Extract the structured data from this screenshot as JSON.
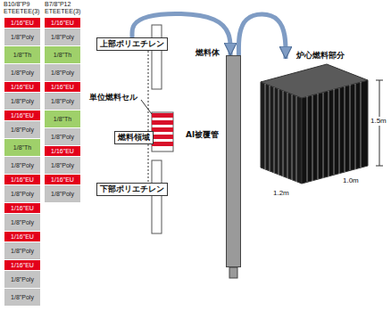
{
  "diagram": {
    "nodes": [
      {
        "text": [
          "1/16\"EU"
        ]
      },
      {
        "text": [
          "1/8\"Poly"
        ]
      },
      {
        "text": [
          "1/8\"Th"
        ]
      },
      {
        "text": [
          "1/8\"Poly"
        ]
      },
      {
        "text": [
          "1/16\"EU"
        ]
      },
      {
        "text": [
          "1/8\"Poly"
        ]
      },
      {
        "text": [
          "1/16\"EU"
        ]
      },
      {
        "text": [
          "1/8\"Poly"
        ]
      },
      {
        "text": [
          "1/8\"Th"
        ]
      },
      {
        "text": [
          "1/8\"Poly"
        ]
      },
      {
        "text": [
          "1/16\"EU"
        ]
      },
      {
        "text": [
          "1/8\"Poly"
        ]
      },
      {
        "text": [
          "1/16\"EU"
        ]
      },
      {
        "text": [
          "1/8\"Poly"
        ]
      },
      {
        "text": [
          "1/16\"EU"
        ]
      },
      {
        "text": [
          "1/8\"Poly"
        ]
      },
      {
        "text": [
          "1/16\"EU"
        ]
      },
      {
        "text": [
          "1/8\"Poly"
        ]
      },
      {
        "text": [
          "1/8\"Poly"
        ]
      },
      {
        "text": [
          "1/16\"EU"
        ]
      },
      {
        "text": [
          "1/8\"Poly"
        ]
      },
      {
        "text": [
          "1/8\"Th"
        ]
      },
      {
        "text": [
          "1/8\"Poly"
        ]
      },
      {
        "text": [
          "1/16\"EU"
        ]
      },
      {
        "text": [
          "1/8\"Poly"
        ]
      },
      {
        "text": [
          "1/8\"Th"
        ]
      },
      {
        "text": [
          "1/8\"Poly"
        ]
      },
      {
        "text": [
          "1/16\"EU"
        ]
      },
      {
        "text": [
          "1/8\"Poly"
        ]
      },
      {
        "text": [
          "1/16\"EU"
        ]
      },
      {
        "text": [
          "1/8\"Poly"
        ]
      },
      {
        "text": [
          "上部ポリエチレン"
        ]
      },
      {
        "text": [
          "燃料領域"
        ]
      },
      {
        "text": [
          "下部ポリエチレン"
        ]
      },
      {
        "text": [
          "燃料体"
        ]
      },
      {
        "text": [
          "炉心燃料部分"
        ]
      }
    ],
    "edges": [
      {
        "from": 31,
        "to": 34,
        "arrow": "to"
      },
      {
        "from": 34,
        "to": 35,
        "arrow": "to"
      },
      {
        "from": 31,
        "to": 32,
        "arrow": "none"
      },
      {
        "from": 32,
        "to": 33,
        "arrow": "none"
      }
    ],
    "labels": [
      "B10/8\"P9 ETEETEE(3)",
      "B7/8\"P12 ETEETEE(3)",
      "単位燃料セル",
      "Al被覆管",
      "1.5m",
      "1.2m",
      "1.0m"
    ]
  }
}
